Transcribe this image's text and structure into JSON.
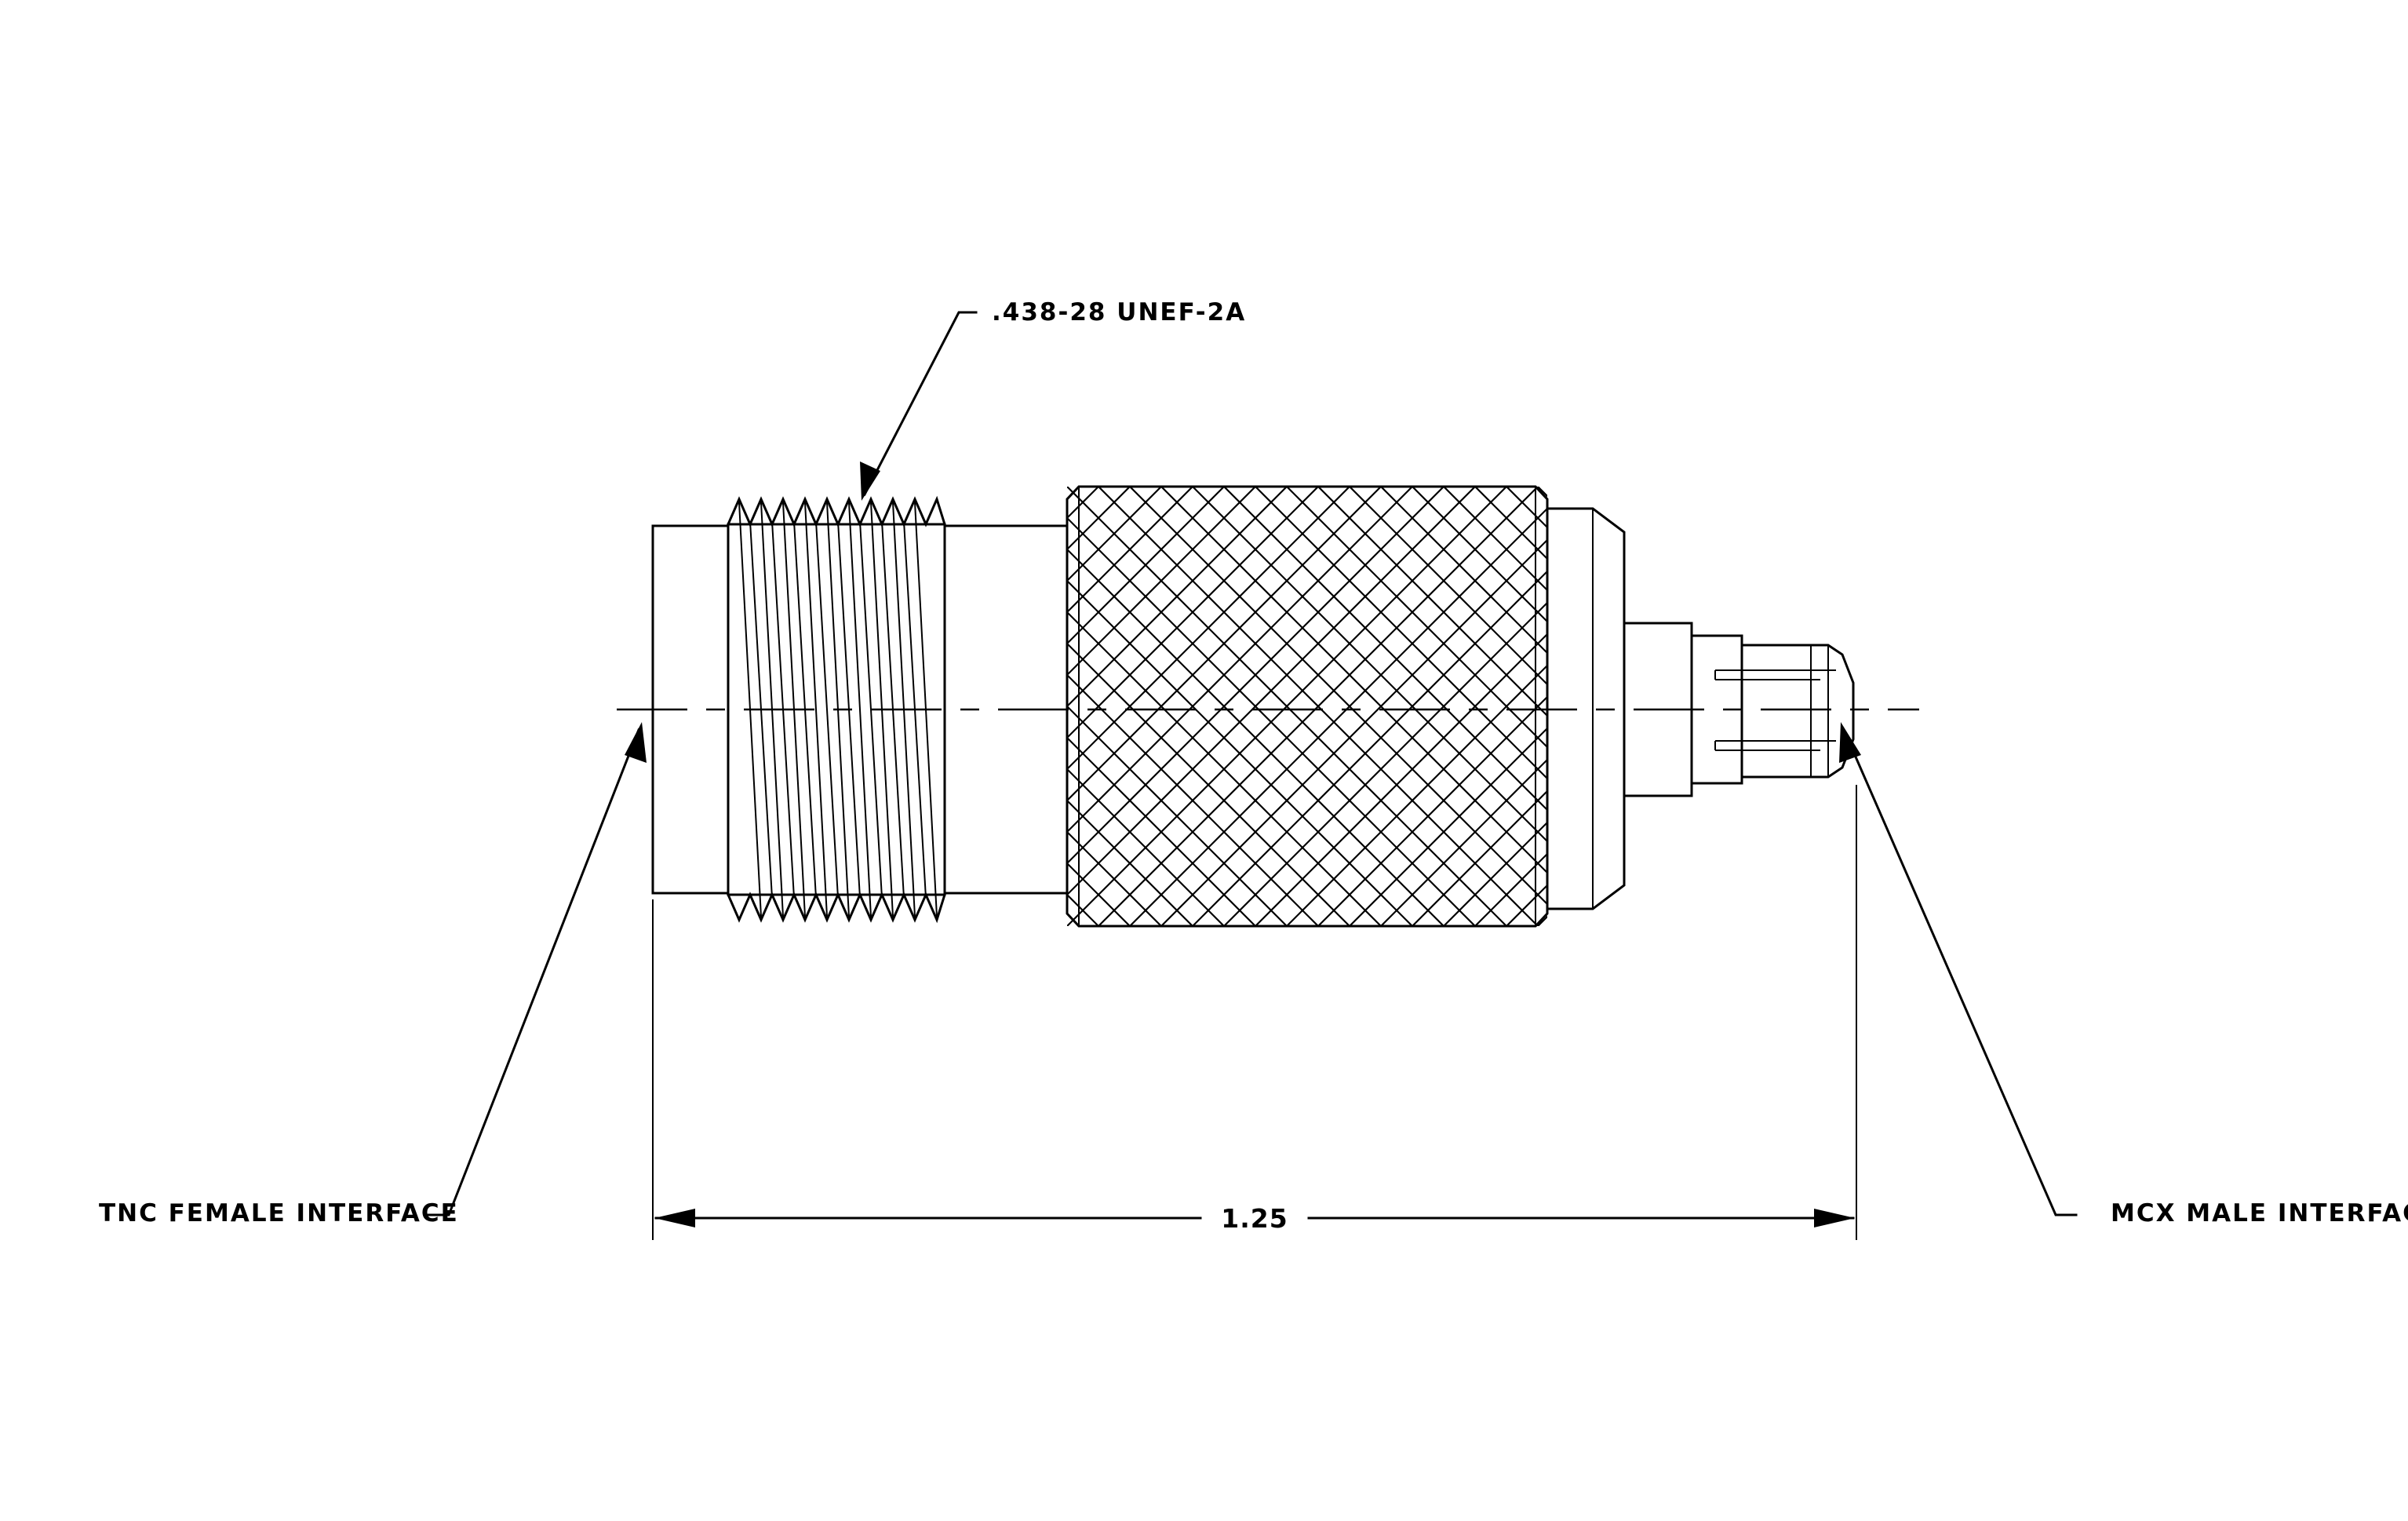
{
  "drawing": {
    "labels": {
      "thread_callout": ".438-28 UNEF-2A",
      "left_interface": "TNC FEMALE INTERFACE",
      "right_interface": "MCX MALE INTERFACE"
    },
    "dimensions": {
      "overall_length": "1.25"
    }
  }
}
